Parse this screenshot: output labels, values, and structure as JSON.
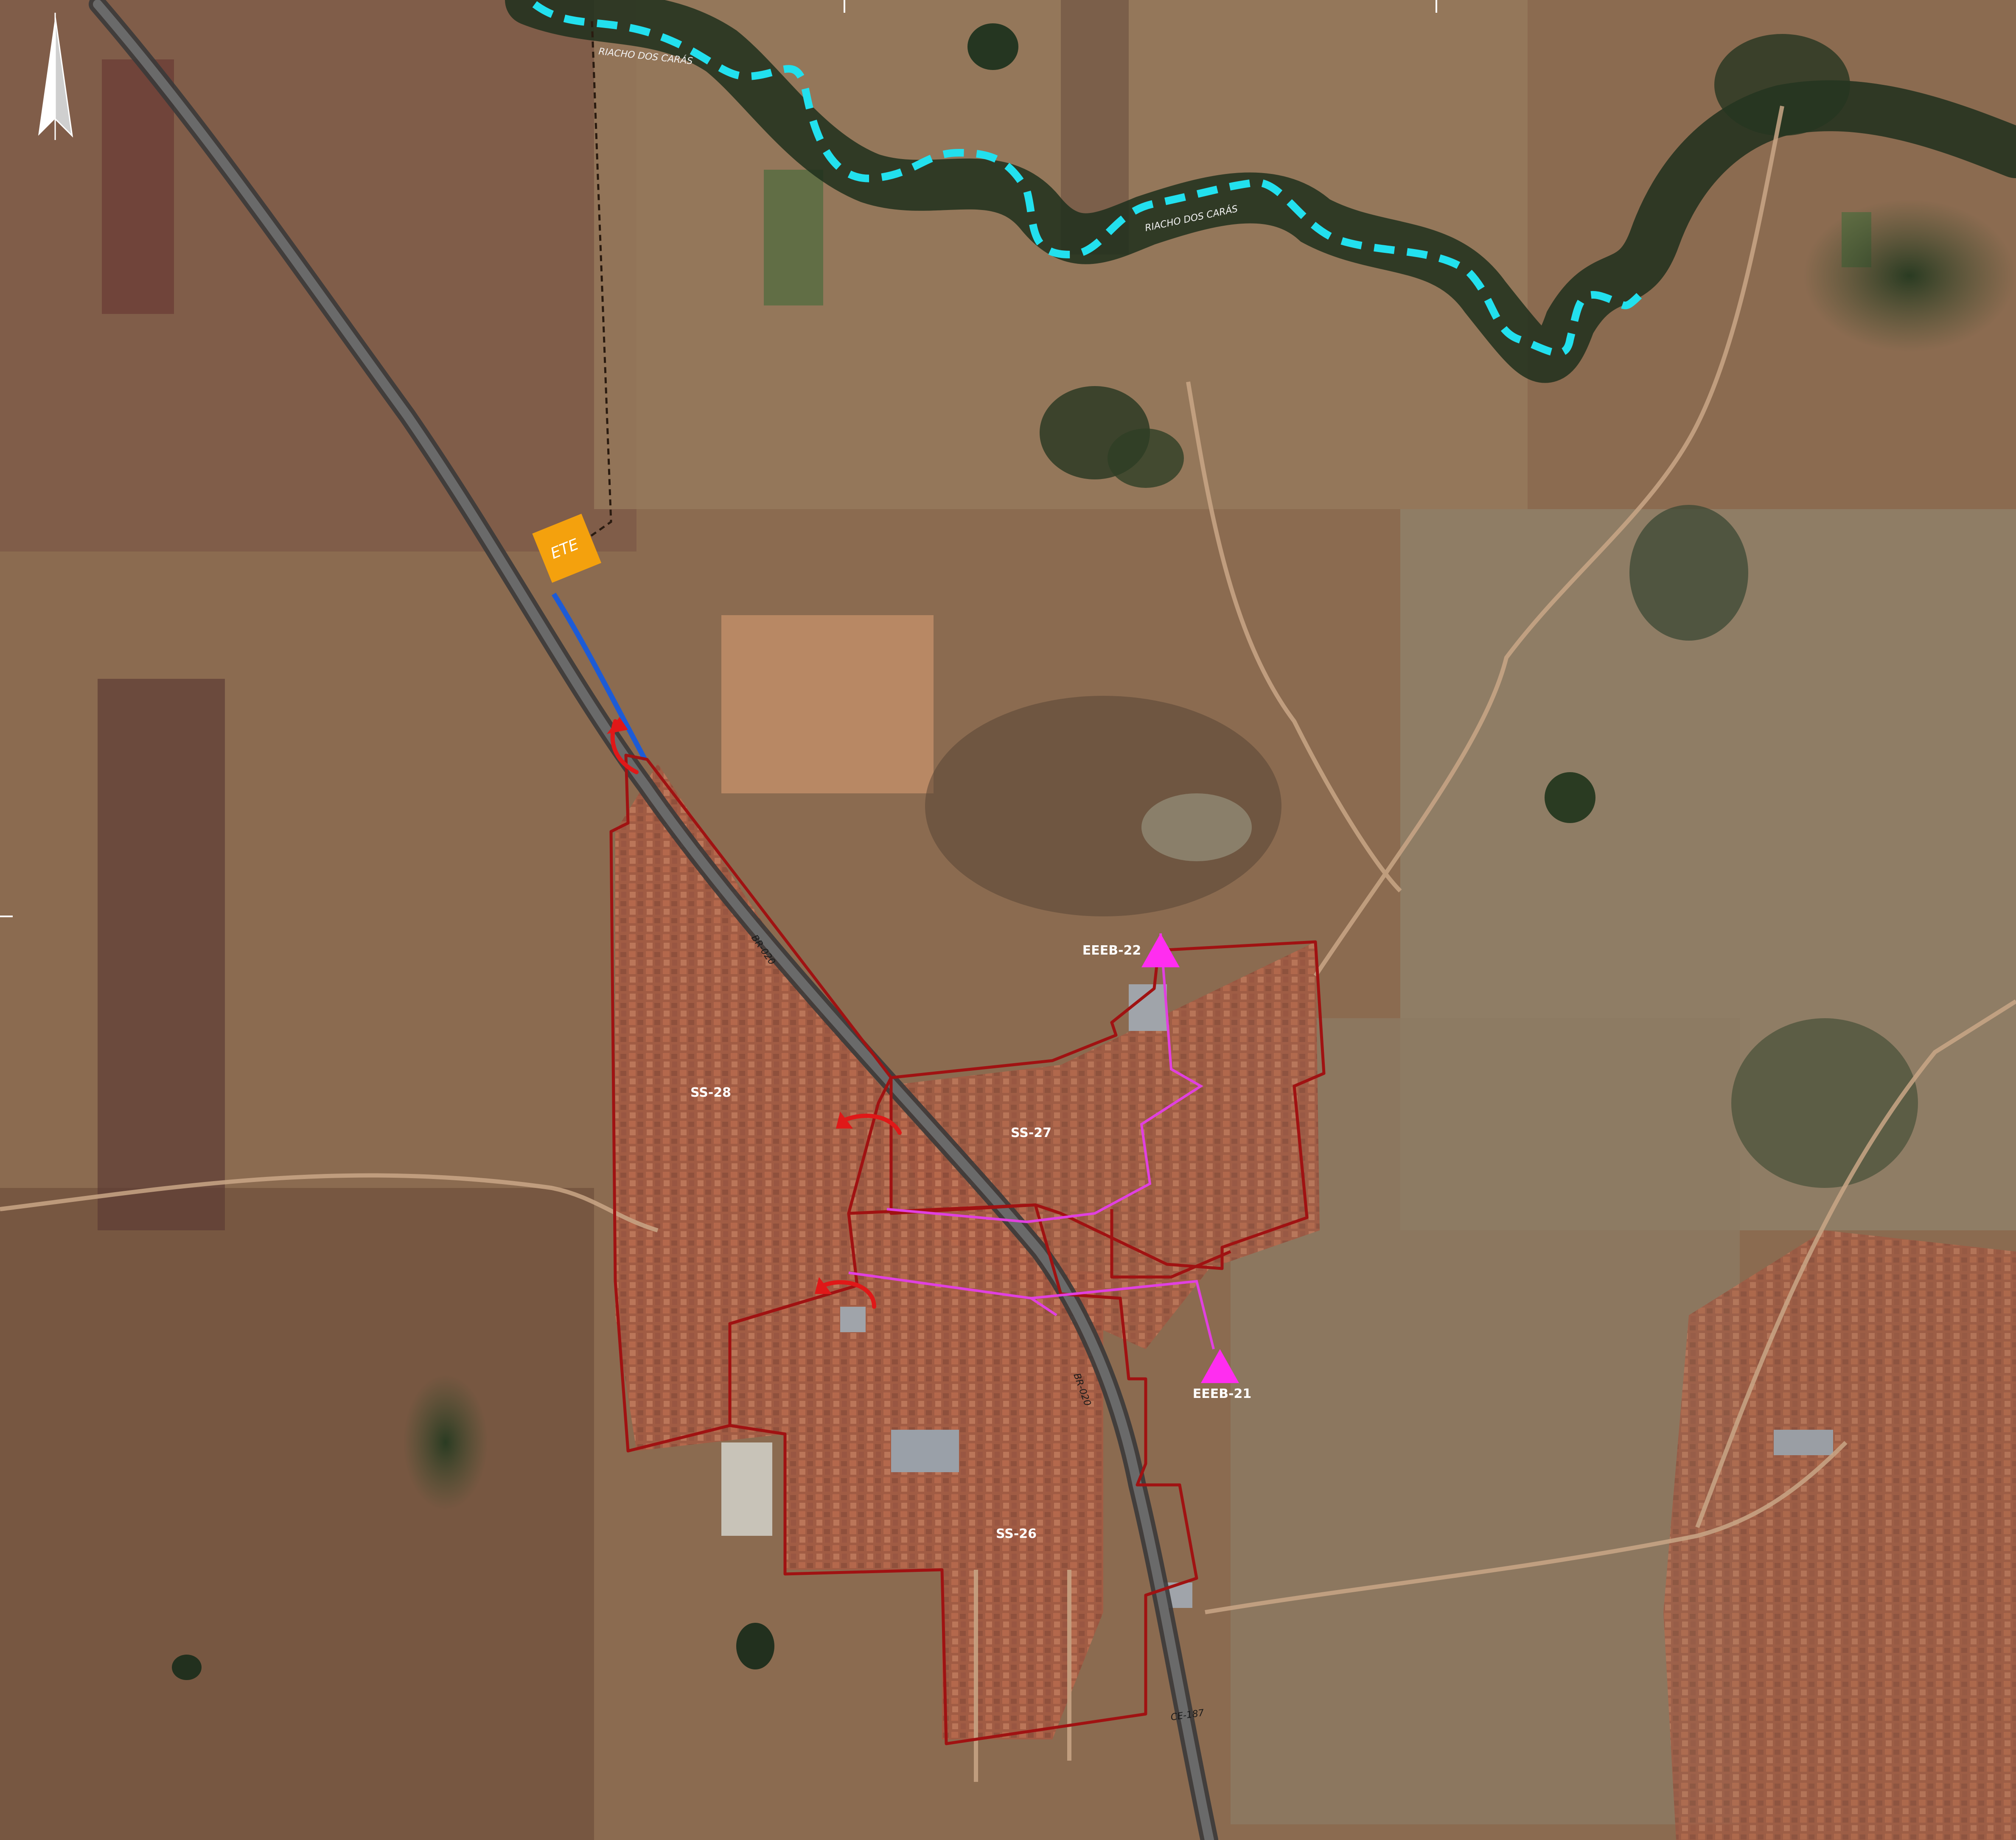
{
  "map": {
    "north_arrow": {
      "icon": "north-arrow-icon"
    },
    "stream_labels": [
      "RIACHO DOS CARÁS",
      "RIACHO DOS CARÁS"
    ],
    "ete_label": "ETE",
    "road_labels": [
      "BR-020",
      "BR-020",
      "CE-187"
    ],
    "subsystems": [
      "SS-28",
      "SS-27",
      "SS-26"
    ],
    "pump_stations": [
      "EEEB-22",
      "EEEB-21"
    ],
    "colors": {
      "stream": "#22e0ee",
      "boundary": "#a01212",
      "pressure_line": "#e040e0",
      "pump_station": "#ff2df0",
      "ete": "#f4a10d",
      "outfall": "#1d5bd6",
      "flow_arrow": "#e01818",
      "highway": "#5a5a5a"
    }
  }
}
